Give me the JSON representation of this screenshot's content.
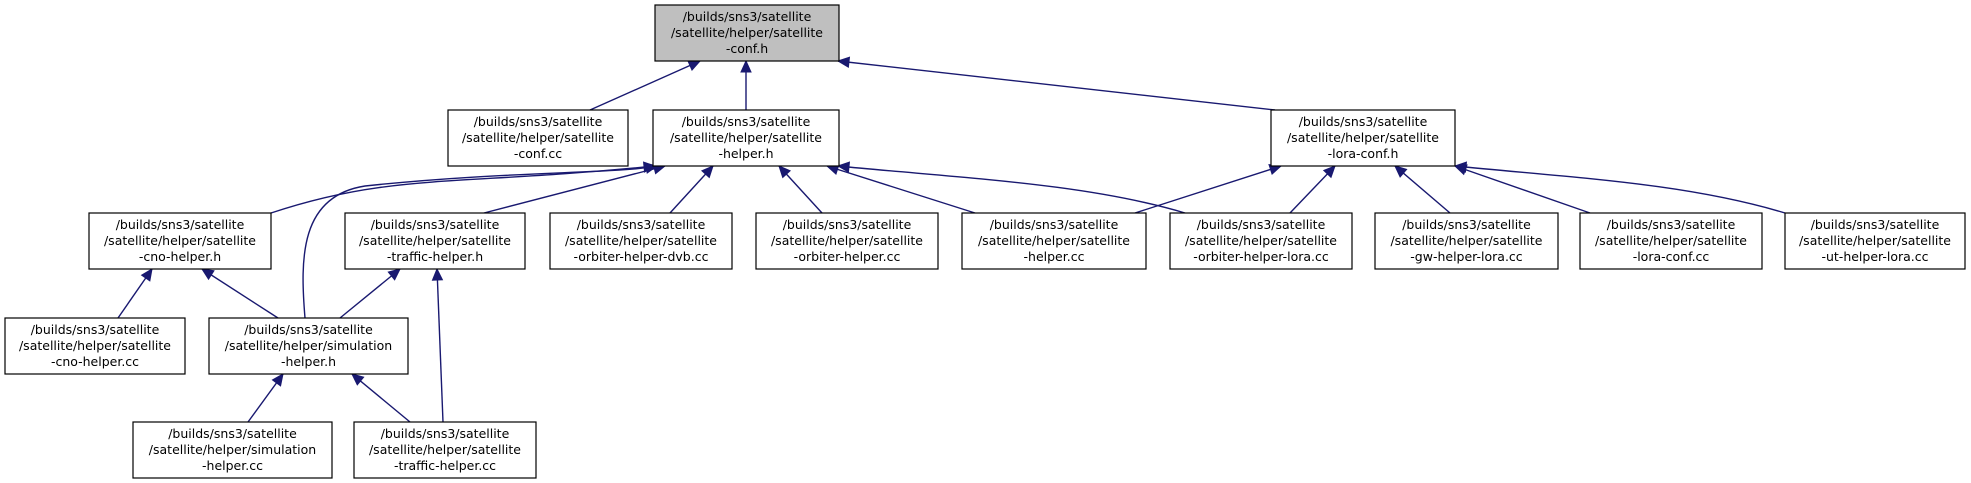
{
  "nodes": [
    {
      "id": "conf_h",
      "lines": [
        "/builds/sns3/satellite",
        "/satellite/helper/satellite",
        "-conf.h"
      ],
      "highlight": true
    },
    {
      "id": "conf_cc",
      "lines": [
        "/builds/sns3/satellite",
        "/satellite/helper/satellite",
        "-conf.cc"
      ]
    },
    {
      "id": "helper_h",
      "lines": [
        "/builds/sns3/satellite",
        "/satellite/helper/satellite",
        "-helper.h"
      ]
    },
    {
      "id": "lora_conf_h",
      "lines": [
        "/builds/sns3/satellite",
        "/satellite/helper/satellite",
        "-lora-conf.h"
      ]
    },
    {
      "id": "cno_helper_h",
      "lines": [
        "/builds/sns3/satellite",
        "/satellite/helper/satellite",
        "-cno-helper.h"
      ]
    },
    {
      "id": "traffic_helper_h",
      "lines": [
        "/builds/sns3/satellite",
        "/satellite/helper/satellite",
        "-traffic-helper.h"
      ]
    },
    {
      "id": "orbiter_dvb_cc",
      "lines": [
        "/builds/sns3/satellite",
        "/satellite/helper/satellite",
        "-orbiter-helper-dvb.cc"
      ]
    },
    {
      "id": "orbiter_cc",
      "lines": [
        "/builds/sns3/satellite",
        "/satellite/helper/satellite",
        "-orbiter-helper.cc"
      ]
    },
    {
      "id": "helper_cc",
      "lines": [
        "/builds/sns3/satellite",
        "/satellite/helper/satellite",
        "-helper.cc"
      ]
    },
    {
      "id": "orbiter_lora_cc",
      "lines": [
        "/builds/sns3/satellite",
        "/satellite/helper/satellite",
        "-orbiter-helper-lora.cc"
      ]
    },
    {
      "id": "gw_lora_cc",
      "lines": [
        "/builds/sns3/satellite",
        "/satellite/helper/satellite",
        "-gw-helper-lora.cc"
      ]
    },
    {
      "id": "lora_conf_cc",
      "lines": [
        "/builds/sns3/satellite",
        "/satellite/helper/satellite",
        "-lora-conf.cc"
      ]
    },
    {
      "id": "ut_lora_cc",
      "lines": [
        "/builds/sns3/satellite",
        "/satellite/helper/satellite",
        "-ut-helper-lora.cc"
      ]
    },
    {
      "id": "cno_helper_cc",
      "lines": [
        "/builds/sns3/satellite",
        "/satellite/helper/satellite",
        "-cno-helper.cc"
      ]
    },
    {
      "id": "simulation_helper_h",
      "lines": [
        "/builds/sns3/satellite",
        "/satellite/helper/simulation",
        "-helper.h"
      ]
    },
    {
      "id": "simulation_helper_cc",
      "lines": [
        "/builds/sns3/satellite",
        "/satellite/helper/simulation",
        "-helper.cc"
      ]
    },
    {
      "id": "traffic_helper_cc",
      "lines": [
        "/builds/sns3/satellite",
        "/satellite/helper/satellite",
        "-traffic-helper.cc"
      ]
    }
  ],
  "edges": [
    {
      "from": "conf_cc",
      "to": "conf_h"
    },
    {
      "from": "helper_h",
      "to": "conf_h"
    },
    {
      "from": "lora_conf_h",
      "to": "conf_h"
    },
    {
      "from": "cno_helper_h",
      "to": "helper_h"
    },
    {
      "from": "simulation_helper_h",
      "to": "helper_h"
    },
    {
      "from": "traffic_helper_h",
      "to": "helper_h"
    },
    {
      "from": "orbiter_dvb_cc",
      "to": "helper_h"
    },
    {
      "from": "orbiter_cc",
      "to": "helper_h"
    },
    {
      "from": "helper_cc",
      "to": "helper_h"
    },
    {
      "from": "orbiter_lora_cc",
      "to": "helper_h"
    },
    {
      "from": "helper_cc",
      "to": "lora_conf_h"
    },
    {
      "from": "orbiter_lora_cc",
      "to": "lora_conf_h"
    },
    {
      "from": "gw_lora_cc",
      "to": "lora_conf_h"
    },
    {
      "from": "lora_conf_cc",
      "to": "lora_conf_h"
    },
    {
      "from": "ut_lora_cc",
      "to": "lora_conf_h"
    },
    {
      "from": "cno_helper_cc",
      "to": "cno_helper_h"
    },
    {
      "from": "simulation_helper_h",
      "to": "cno_helper_h"
    },
    {
      "from": "simulation_helper_h",
      "to": "traffic_helper_h"
    },
    {
      "from": "traffic_helper_cc",
      "to": "traffic_helper_h"
    },
    {
      "from": "simulation_helper_cc",
      "to": "simulation_helper_h"
    },
    {
      "from": "traffic_helper_cc",
      "to": "simulation_helper_h"
    }
  ],
  "colors": {
    "edge": "#191970",
    "highlight_fill": "#bfbfbf",
    "node_fill": "#ffffff",
    "node_stroke": "#000000"
  }
}
